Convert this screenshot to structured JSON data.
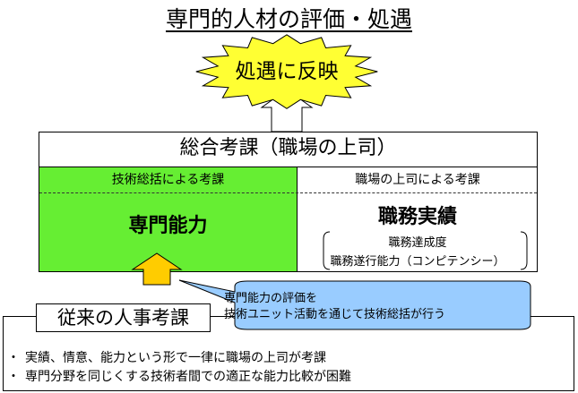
{
  "title": "専門的人材の評価・処遇",
  "burst": {
    "label": "処遇に反映"
  },
  "main": {
    "title": "総合考課（職場の上司）",
    "left": {
      "subtitle": "技術総括による考課",
      "heading": "専門能力"
    },
    "right": {
      "subtitle": "職場の上司による考課",
      "heading": "職務実績",
      "details": [
        "職務達成度",
        "職務遂行能力（コンピテンシー）"
      ]
    }
  },
  "callout": {
    "lines": [
      "専門能力の評価を",
      "技術ユニット活動を通じて技術総括が行う"
    ]
  },
  "conventional": {
    "label": "従来の人事考課",
    "bullets": [
      "実績、情意、能力という形で一律に職場の上司が考課",
      "専門分野を同じくする技術者間での適正な能力比較が困難"
    ],
    "bullet_mark": "・"
  },
  "colors": {
    "green": "#66ee33",
    "burst": "#ffff33",
    "arrow": "#ffcc00",
    "callout": "#99ccff"
  }
}
